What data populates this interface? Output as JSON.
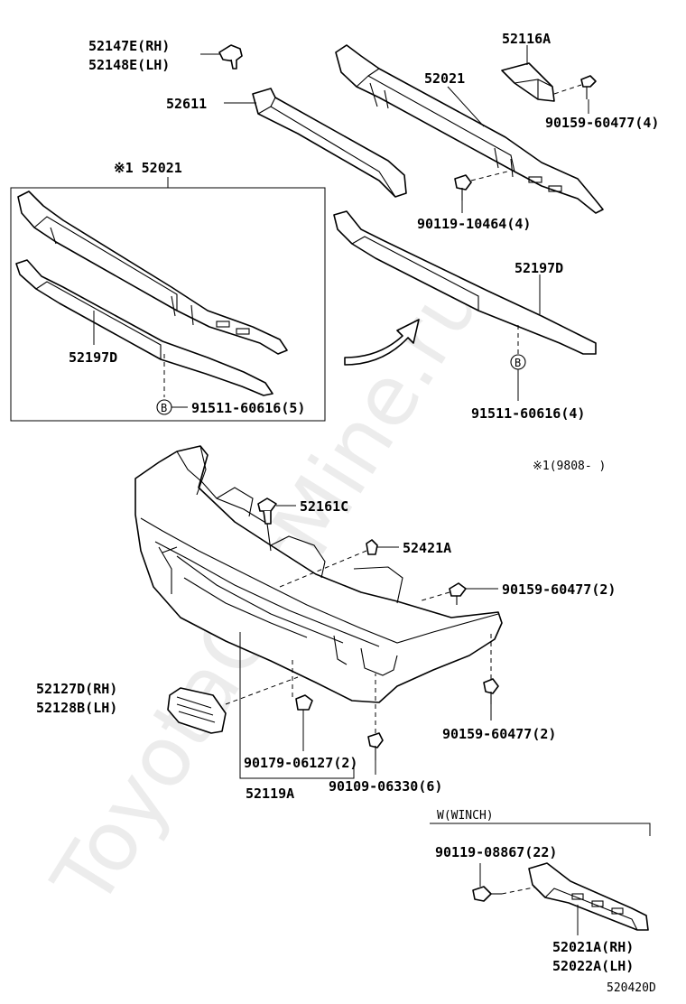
{
  "labels": {
    "p52147E": "52147E(RH)",
    "p52148E": "52148E(LH)",
    "p52611": "52611",
    "p52021_top": "52021",
    "p52116A": "52116A",
    "p90159_4": "90159-60477(4)",
    "p90119_10464": "90119-10464(4)",
    "inset_title": "※1 52021",
    "inset_52197D": "52197D",
    "inset_91511": "91511-60616(5)",
    "p52197D": "52197D",
    "p91511_4": "91511-60616(4)",
    "note_9808": "※1(9808-    )",
    "p52161C": "52161C",
    "p52421A": "52421A",
    "p90159_2a": "90159-60477(2)",
    "p52127D": "52127D(RH)",
    "p52128B": "52128B(LH)",
    "p90159_2b": "90159-60477(2)",
    "p90179": "90179-06127(2)",
    "p90109": "90109-06330(6)",
    "p52119A": "52119A",
    "winch": "W(WINCH)",
    "p90119_08867": "90119-08867(22)",
    "p52021A": "52021A(RH)",
    "p52022A": "52022A(LH)",
    "fig_code": "520420D",
    "circle_b": "B",
    "watermark": "ToyotaCarMine.ru"
  },
  "icons": {
    "clip": "clip-icon",
    "bolt": "bolt-icon",
    "arrow": "curved-arrow-icon"
  }
}
